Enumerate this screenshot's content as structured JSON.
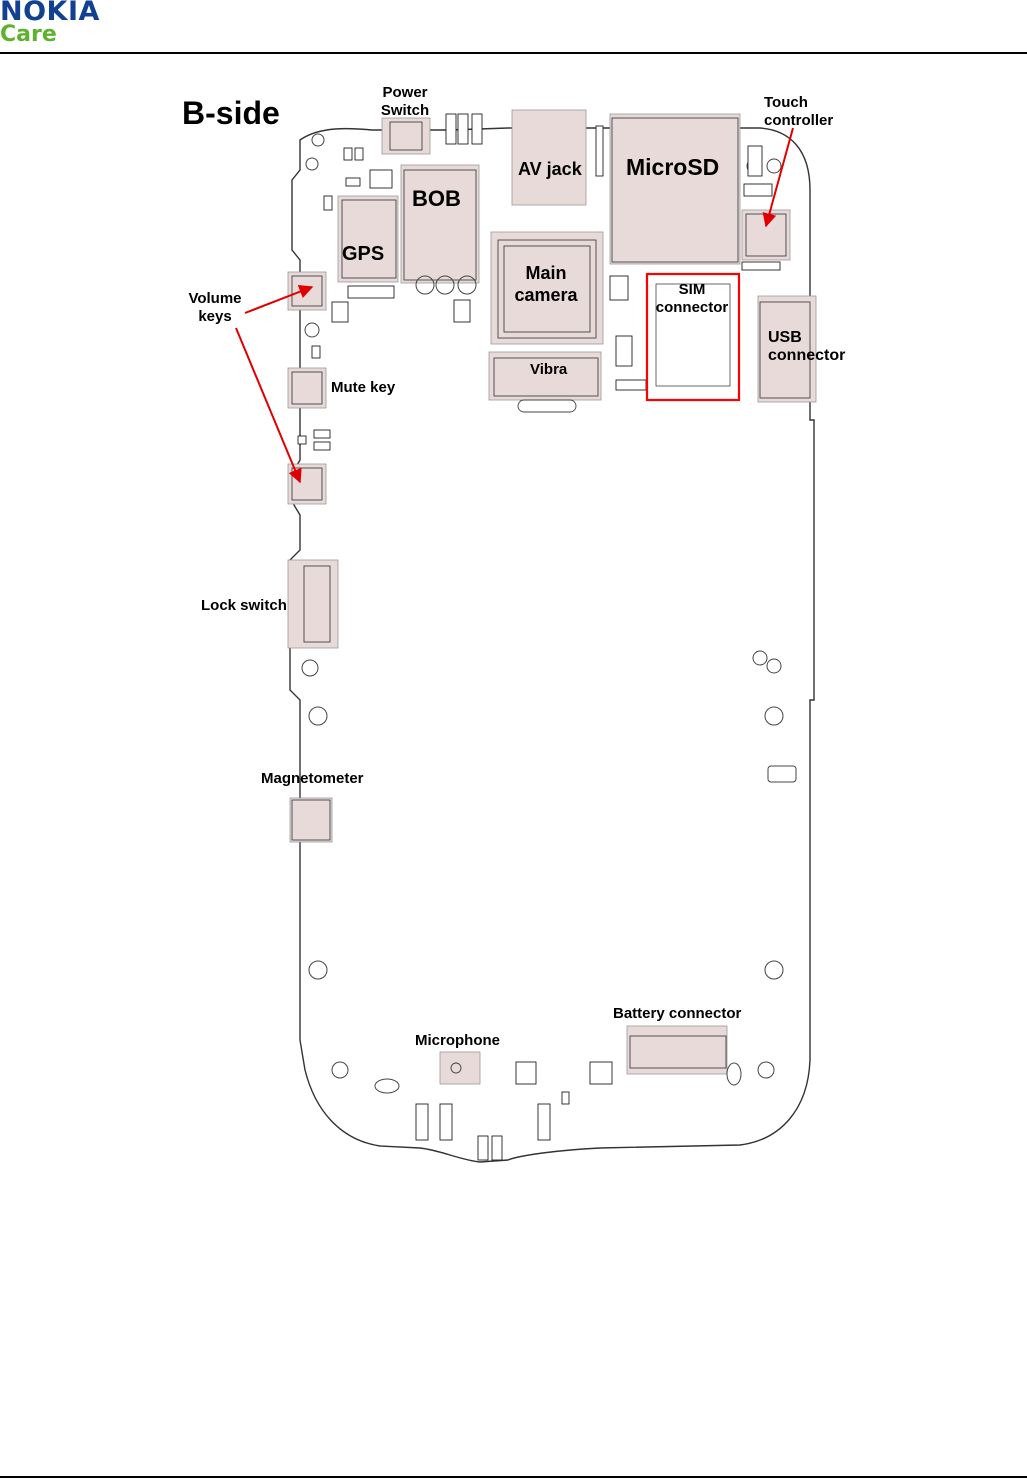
{
  "header": {
    "brand_name": "NOKIA",
    "brand_sub": "Care",
    "brand_color": "#124191",
    "care_color": "#5fb130"
  },
  "diagram": {
    "title": "B-side",
    "highlight_color": "#ff0000",
    "component_fill": "#e9dada",
    "labels": {
      "power_switch_1": "Power",
      "power_switch_2": "Switch",
      "av_jack": "AV jack",
      "microsd": "MicroSD",
      "touch_controller_1": "Touch",
      "touch_controller_2": "controller",
      "bob": "BOB",
      "gps": "GPS",
      "main_camera_1": "Main",
      "main_camera_2": "camera",
      "sim_connector_1": "SIM",
      "sim_connector_2": "connector",
      "usb_connector_1": "USB",
      "usb_connector_2": "connector",
      "volume_keys_1": "Volume",
      "volume_keys_2": "keys",
      "vibra": "Vibra",
      "mute_key": "Mute key",
      "lock_switch": "Lock switch",
      "magnetometer": "Magnetometer",
      "battery_connector": "Battery connector",
      "microphone": "Microphone"
    }
  }
}
